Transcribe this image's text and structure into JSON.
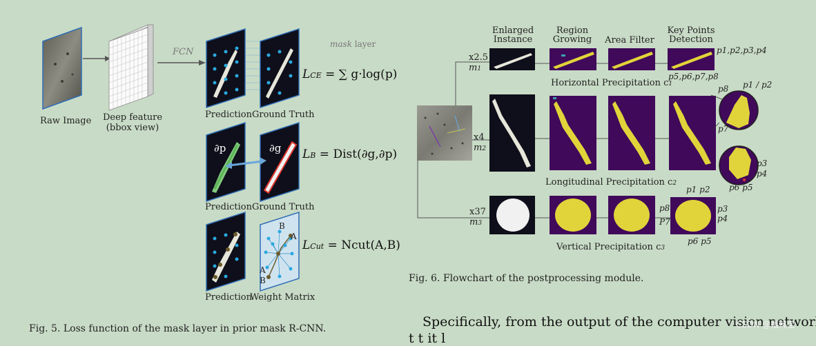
{
  "fig5": {
    "raw_image_label": "Raw Image",
    "deep_feature_label_1": "Deep feature",
    "deep_feature_label_2": "(bbox view)",
    "fcn_label": "FCN",
    "mask_layer_word": "mask",
    "mask_layer_rest": " layer",
    "prediction_label": "Prediction",
    "ground_truth_label": "Ground Truth",
    "weight_matrix_label": "Weight Matrix",
    "eq_ce_lhs": "L",
    "eq_ce_sub": "CE",
    "eq_ce_rhs": " = ∑ g·log(p)",
    "eq_b_lhs": "L",
    "eq_b_sub": "B",
    "eq_b_rhs": " = Dist(∂g,∂p)",
    "eq_cut_lhs": "L",
    "eq_cut_sub": "Cut",
    "eq_cut_rhs": " = Ncut(A,B)",
    "dp_label": "∂p",
    "dg_label": "∂g",
    "node_a": "A",
    "node_b": "B",
    "caption": "Fig. 5.   Loss function of the mask layer in prior mask R-CNN."
  },
  "fig6": {
    "col_enlarged_1": "Enlarged",
    "col_enlarged_2": "Instance",
    "col_region_1": "Region",
    "col_region_2": "Growing",
    "col_area": "Area Filter",
    "col_keypoints_1": "Key Points",
    "col_keypoints_2": "Detection",
    "row1_scale": "x2.5",
    "row1_m": "m",
    "row1_m_sub": "1",
    "row2_scale": "x4",
    "row2_m": "m",
    "row2_m_sub": "2",
    "row3_scale": "x37",
    "row3_m": "m",
    "row3_m_sub": "3",
    "row1_name": "Horizontal Precipitation c",
    "row1_name_sub": "1",
    "row2_name": "Longitudinal Precipitation c",
    "row2_name_sub": "2",
    "row3_name": "Vertical Precipitation c",
    "row3_name_sub": "3",
    "kp_r1_top": "p1,p2,p3,p4",
    "kp_r1_bottom": "p5,p6,p7,p8",
    "kp_r2_p8": "p8",
    "kp_r2_p1p2": "p1 / p2",
    "kp_r2_p7": "p7",
    "kp_r2_p3": "p3",
    "kp_r2_p4": "p4",
    "kp_r2_p6p5": "p6  p5",
    "kp_r3_p1p2": "p1  p2",
    "kp_r3_p8": "p8",
    "kp_r3_p7": "P7",
    "kp_r3_p3": "p3",
    "kp_r3_p4": "p4",
    "kp_r3_p6p5": "p6  p5",
    "caption": "Fig. 6.    Flowchart of the postprocessing module."
  },
  "body": {
    "line1": "Specifically, from the output of the computer vision network,",
    "line2": "t                             t                     it        l"
  },
  "watermark": "CSDN @福韩宝",
  "colors": {
    "background": "#c8dbc6",
    "panel_dark": "#0e0f1a",
    "panel_purple": "#40095a",
    "precip_yellow": "#e1d43a",
    "node_blue": "#2aa9e0",
    "highlight_green": "#8fe08a",
    "gt_red": "#d9342c"
  }
}
